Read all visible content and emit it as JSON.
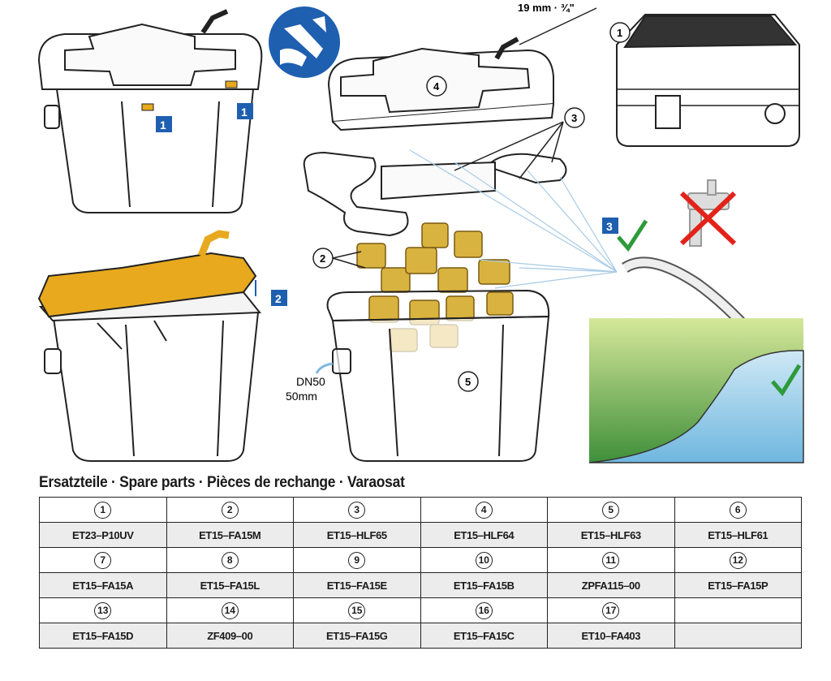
{
  "illustration": {
    "hose_size": "19 mm · ¾\"",
    "outlet_size_line1": "DN50",
    "outlet_size_line2": "50mm",
    "steps": [
      "1",
      "1",
      "2",
      "3"
    ],
    "part_callouts": [
      "1",
      "2",
      "3",
      "4",
      "5"
    ],
    "colors": {
      "accent_yellow": "#e8a91e",
      "step_blue": "#1f5fb0",
      "check_green": "#2e9a3a",
      "cross_red": "#e2231a",
      "water_blue": "#9fd0e8",
      "grass_green": "#8dbd3c"
    },
    "icons": [
      "cleaning-icon",
      "faucet-icon",
      "cross-icon",
      "check-icon"
    ]
  },
  "parts": {
    "title": "Ersatzteile · Spare parts · Pièces de rechange · Varaosat",
    "rows": [
      {
        "numbers": [
          "1",
          "2",
          "3",
          "4",
          "5",
          "6"
        ],
        "codes": [
          "ET23–P10UV",
          "ET15–FA15M",
          "ET15–HLF65",
          "ET15–HLF64",
          "ET15–HLF63",
          "ET15–HLF61"
        ]
      },
      {
        "numbers": [
          "7",
          "8",
          "9",
          "10",
          "11",
          "12"
        ],
        "codes": [
          "ET15–FA15A",
          "ET15–FA15L",
          "ET15–FA15E",
          "ET15–FA15B",
          "ZPFA115–00",
          "ET15–FA15P"
        ]
      },
      {
        "numbers": [
          "13",
          "14",
          "15",
          "16",
          "17",
          ""
        ],
        "codes": [
          "ET15–FA15D",
          "ZF409–00",
          "ET15–FA15G",
          "ET15–FA15C",
          "ET10–FA403",
          ""
        ]
      }
    ]
  }
}
